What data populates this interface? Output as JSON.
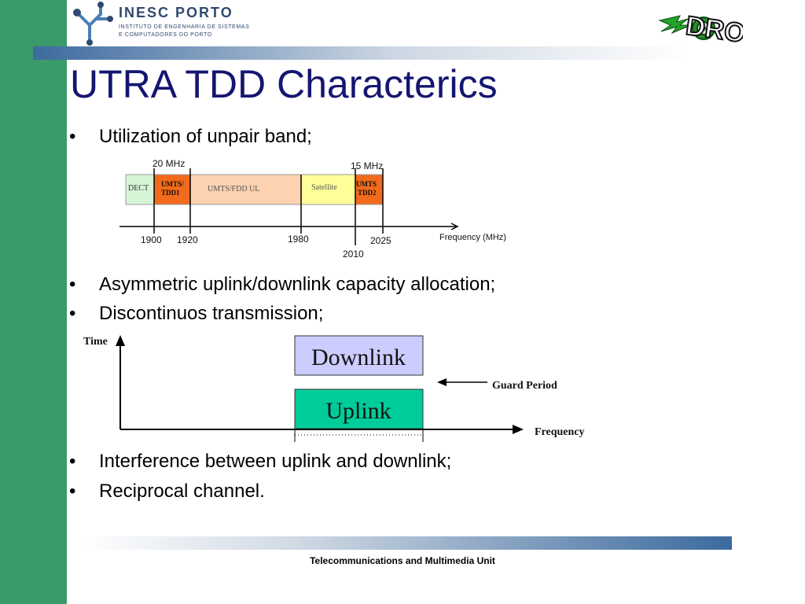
{
  "header": {
    "org_name": "INESC PORTO",
    "org_line1": "INSTITUTO DE ENGENHARIA DE SISTEMAS",
    "org_line2": "E COMPUTADORES DO PORTO",
    "right_logo_text": "DROWS"
  },
  "title": "UTRA TDD Characterics",
  "bullets": [
    "Utilization of unpair band;",
    "Asymmetric uplink/downlink capacity allocation;",
    "Discontinuos transmission;",
    "Interference between uplink and downlink;",
    "Reciprocal channel."
  ],
  "band_chart": {
    "bandwidth_labels": [
      "20 MHz",
      "15 MHz"
    ],
    "bands": [
      {
        "label": "DECT",
        "color": "#d6f5d6"
      },
      {
        "label": "UMTS/\nTDD1",
        "color": "#f26a1b"
      },
      {
        "label": "UMTS/FDD UL",
        "color": "#fdd2b0"
      },
      {
        "label": "Satellite",
        "color": "#ffff99"
      },
      {
        "label": "UMTS\nTDD2",
        "color": "#f26a1b"
      }
    ],
    "ticks": [
      "1900",
      "1920",
      "1980",
      "2010",
      "2025"
    ],
    "axis_label": "Frequency (MHz)"
  },
  "tdd_diagram": {
    "y_label": "Time",
    "x_label": "Frequency",
    "downlink_label": "Downlink",
    "uplink_label": "Uplink",
    "guard_label": "Guard Period",
    "downlink_color": "#ccccff",
    "uplink_color": "#00cc99"
  },
  "footer": "Telecommunications and Multimedia Unit"
}
